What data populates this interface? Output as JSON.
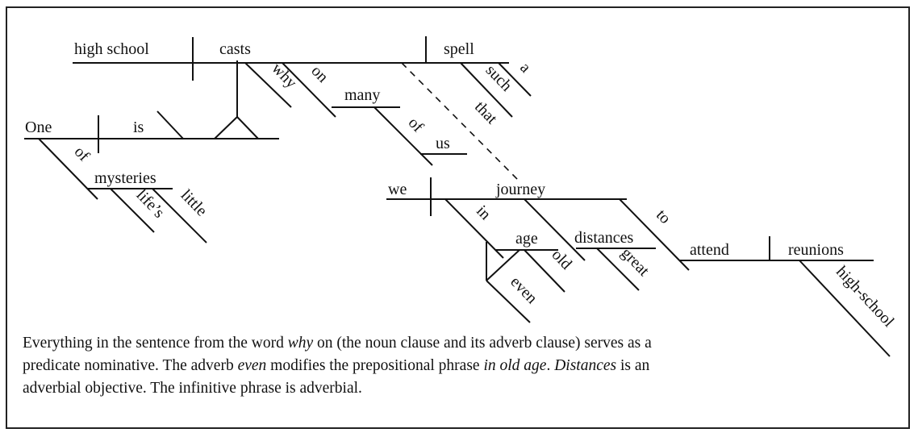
{
  "diagram": {
    "words": {
      "high_school": "high school",
      "casts": "casts",
      "spell": "spell",
      "such": "such",
      "a": "a",
      "why": "why",
      "on": "on",
      "many": "many",
      "of_many": "of",
      "us": "us",
      "that": "that",
      "one": "One",
      "is": "is",
      "of_one": "of",
      "mysteries": "mysteries",
      "lifes": "life’s",
      "little": "little",
      "we": "we",
      "journey": "journey",
      "in": "in",
      "age": "age",
      "old": "old",
      "even": "even",
      "distances": "distances",
      "great": "great",
      "to": "to",
      "attend": "attend",
      "reunions": "reunions",
      "high_school_adj": "high-school"
    }
  },
  "caption": {
    "l1a": "Everything in the sentence from the word ",
    "l1b": "why",
    "l1c": " on (the noun clause and its adverb clause) serves as a",
    "l2a": "predicate nominative. The adverb ",
    "l2b": "even",
    "l2c": " modifies the prepositional phrase ",
    "l2d": "in old age",
    "l2e": ". ",
    "l2f": "Distances",
    "l2g": " is an",
    "l3": "adverbial objective. The infinitive phrase is adverbial."
  }
}
